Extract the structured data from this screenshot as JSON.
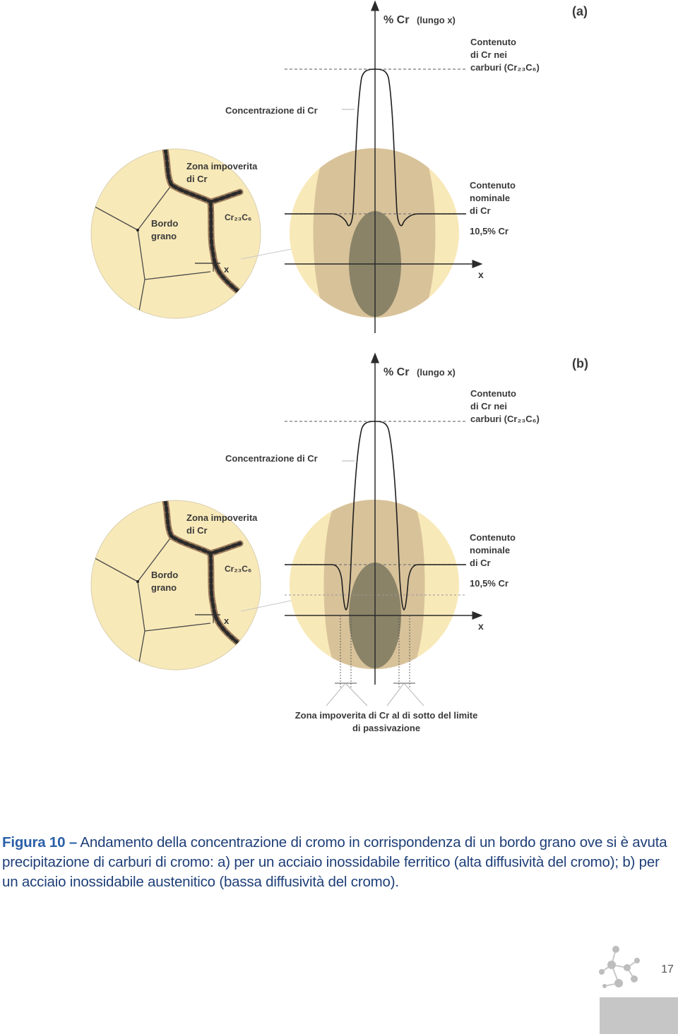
{
  "panels": [
    {
      "id": "a",
      "panel_label": "(a)",
      "y_axis_label": "% Cr",
      "y_axis_qualifier": "(lungo x)",
      "carbide_content_label": [
        "Contenuto",
        "di Cr nei",
        "carburi (Cr₂₃C₆)"
      ],
      "concentration_label": "Concentrazione di Cr",
      "nominal_label": [
        "Contenuto",
        "nominale",
        "di Cr"
      ],
      "nominal_value": "10,5% Cr",
      "x_axis_label": "x",
      "depleted_zone_label": [
        "Zona impoverita",
        "di Cr"
      ],
      "grain_boundary_label": [
        "Bordo",
        "grano"
      ],
      "carbide_label": "Cr₂₃C₆",
      "small_x_label": "x"
    },
    {
      "id": "b",
      "panel_label": "(b)",
      "y_axis_label": "% Cr",
      "y_axis_qualifier": "(lungo x)",
      "carbide_content_label": [
        "Contenuto",
        "di Cr nei",
        "carburi (Cr₂₃C₆)"
      ],
      "concentration_label": "Concentrazione di Cr",
      "nominal_label": [
        "Contenuto",
        "nominale",
        "di Cr"
      ],
      "nominal_value": "10,5% Cr",
      "x_axis_label": "x",
      "depleted_zone_label": [
        "Zona impoverita",
        "di Cr"
      ],
      "grain_boundary_label": [
        "Bordo",
        "grano"
      ],
      "carbide_label": "Cr₂₃C₆",
      "small_x_label": "x",
      "passivation_label": [
        "Zona impoverita di Cr al di sotto del limite",
        "di passivazione"
      ]
    }
  ],
  "caption": {
    "figure_number": "Figura 10",
    "dash": "–",
    "text": "Andamento della concentrazione di cromo in corrispondenza di un bordo grano ove si è avuta precipitazione di carburi di cromo: a) per un acciaio inossidabile ferritico (alta diffusività del cromo); b) per un acciaio inossidabile austenitico (bassa diffusività del cromo)."
  },
  "footer": {
    "page_number": "17",
    "logo_icon": "molecule-icon"
  },
  "colors": {
    "grain_fill": "#f8e9b8",
    "depleted_zone": "#d8c29a",
    "carbide_zone": "#8a8367",
    "text_blue": "#1e3f78"
  }
}
